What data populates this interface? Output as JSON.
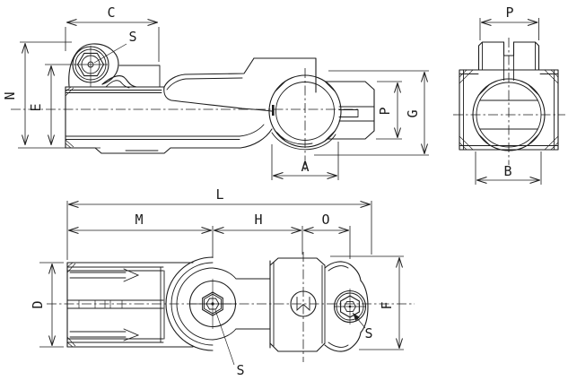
{
  "drawing_type": "engineering-dimension-drawing",
  "colors": {
    "background": "#ffffff",
    "line": "#1c1c1c",
    "accent": "#c4242b"
  },
  "views": {
    "side": {
      "description": "side elevation of swivel tube clamp",
      "dim_labels": {
        "c": "C",
        "s": "S",
        "n": "N",
        "e": "E",
        "a": "A",
        "p": "P",
        "g": "G"
      }
    },
    "end": {
      "description": "end elevation of clamp",
      "dim_labels": {
        "p": "P",
        "b": "B"
      }
    },
    "plan": {
      "description": "plan view of full joint",
      "dim_labels": {
        "l": "L",
        "m": "M",
        "h": "H",
        "o": "O",
        "d": "D",
        "f": "F",
        "s_left": "S",
        "s_right": "S"
      }
    }
  }
}
